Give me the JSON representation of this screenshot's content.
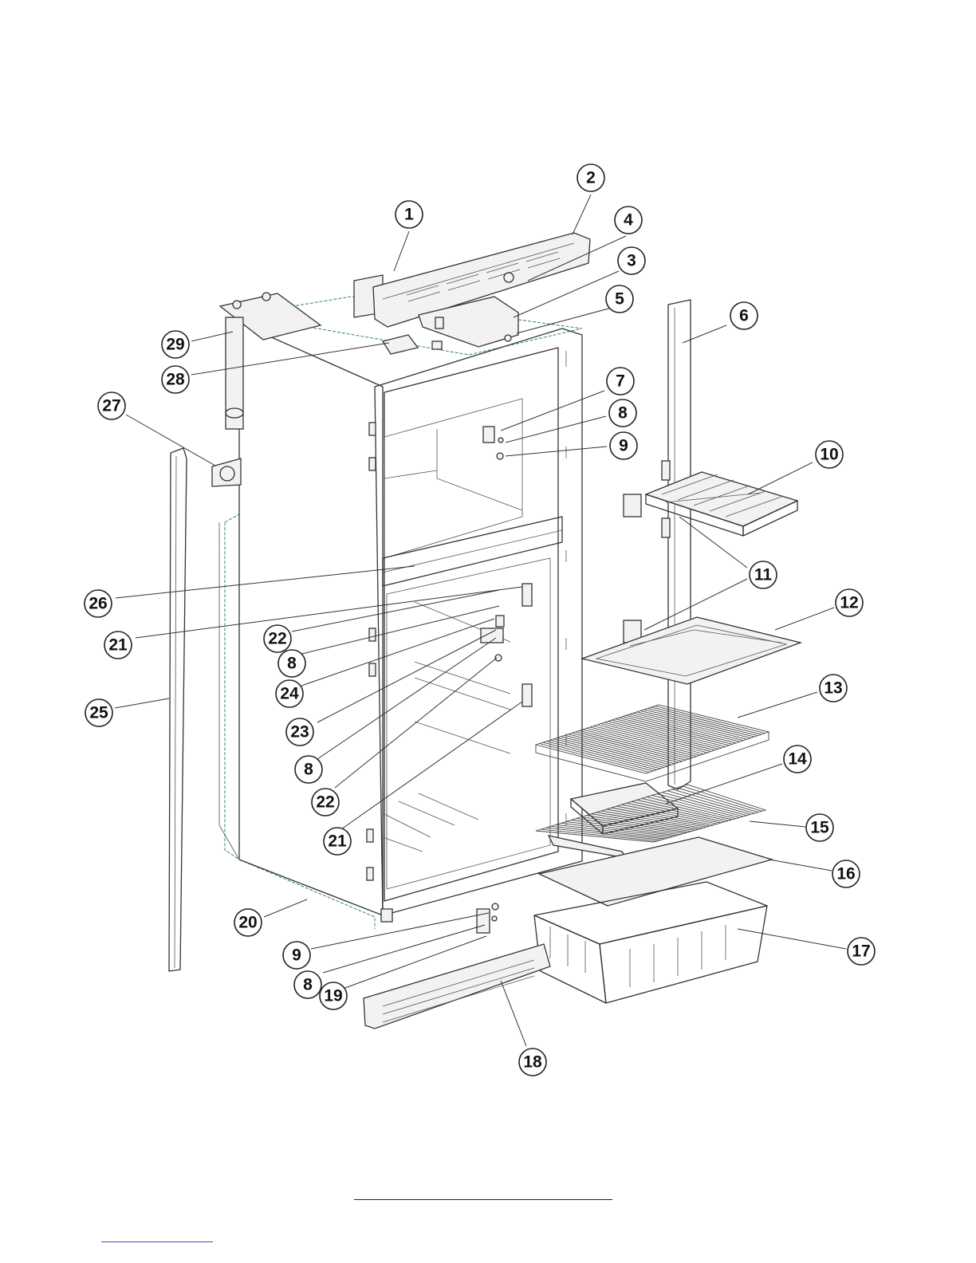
{
  "diagram": {
    "callouts": [
      {
        "label": "1"
      },
      {
        "label": "2"
      },
      {
        "label": "3"
      },
      {
        "label": "4"
      },
      {
        "label": "5"
      },
      {
        "label": "6"
      },
      {
        "label": "7"
      },
      {
        "label": "8"
      },
      {
        "label": "9"
      },
      {
        "label": "10"
      },
      {
        "label": "11"
      },
      {
        "label": "12"
      },
      {
        "label": "13"
      },
      {
        "label": "14"
      },
      {
        "label": "15"
      },
      {
        "label": "16"
      },
      {
        "label": "17"
      },
      {
        "label": "18"
      },
      {
        "label": "19"
      },
      {
        "label": "20"
      },
      {
        "label": "21"
      },
      {
        "label": "22"
      },
      {
        "label": "8"
      },
      {
        "label": "24"
      },
      {
        "label": "23"
      },
      {
        "label": "8"
      },
      {
        "label": "22"
      },
      {
        "label": "21"
      },
      {
        "label": "25"
      },
      {
        "label": "26"
      },
      {
        "label": "27"
      },
      {
        "label": "28"
      },
      {
        "label": "29"
      },
      {
        "label": "9"
      },
      {
        "label": "8"
      }
    ]
  }
}
